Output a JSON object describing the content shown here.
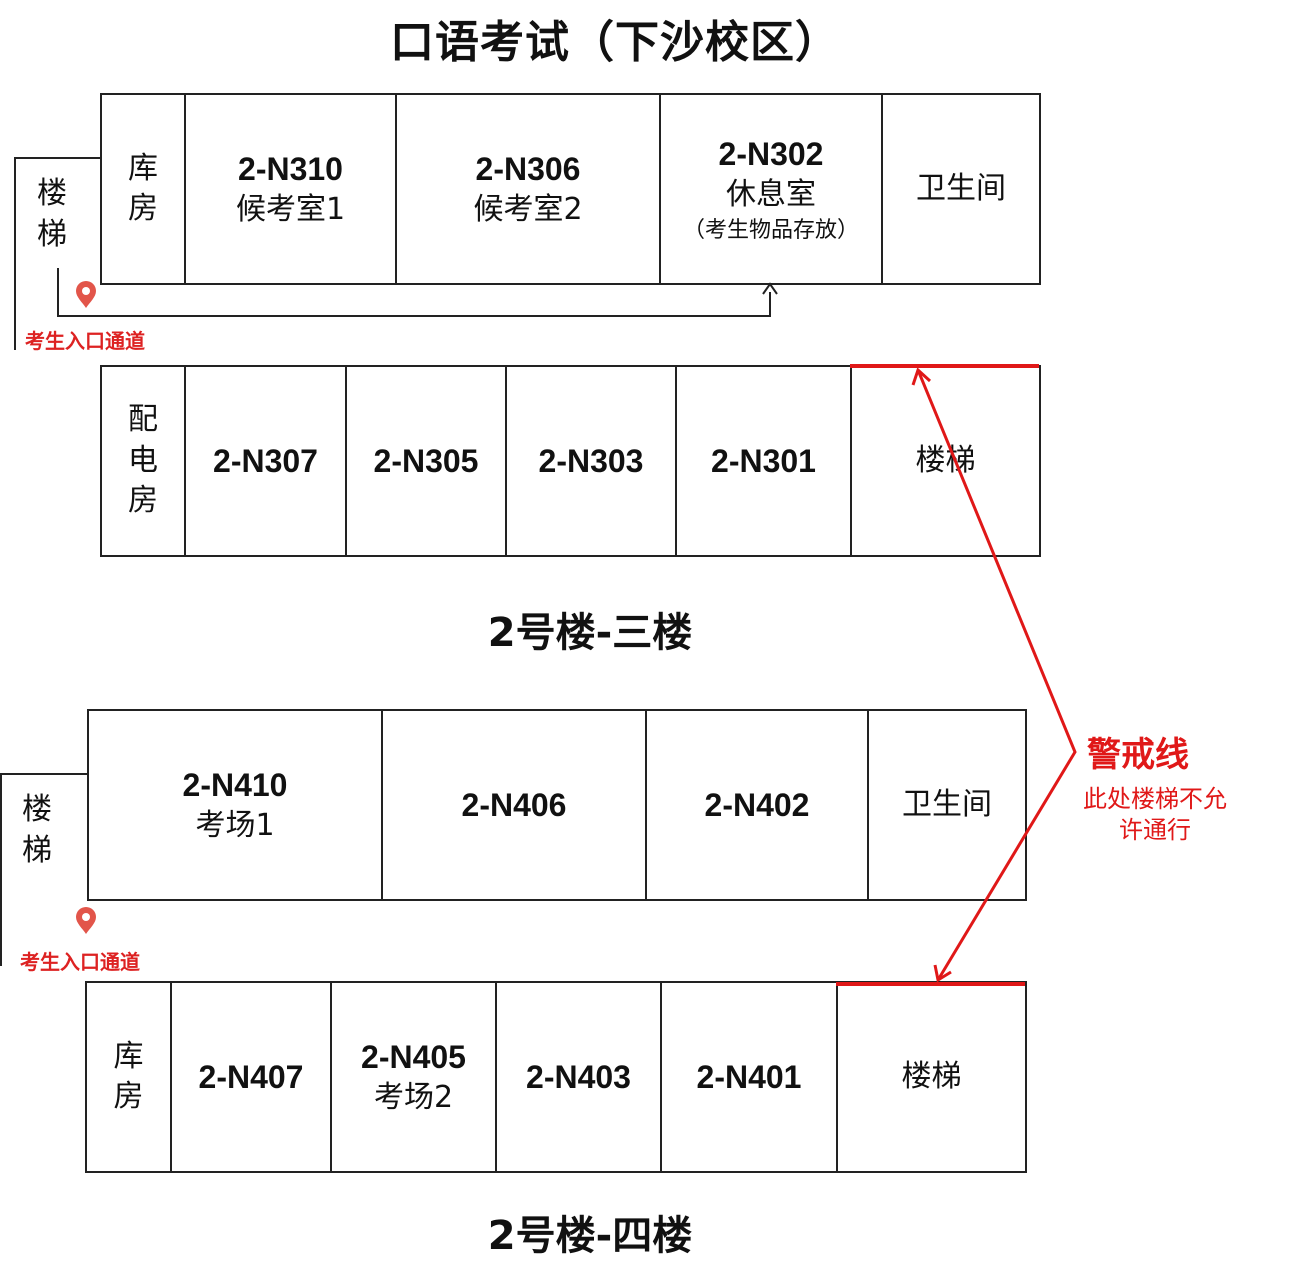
{
  "title": "口语考试（下沙校区）",
  "floor3": {
    "name": "2号楼-三楼",
    "stair_side": "楼梯",
    "entry": "考生入口通道",
    "top_rooms": [
      {
        "name": "库房",
        "vertical": true
      },
      {
        "code": "2-N310",
        "sub": "候考室1"
      },
      {
        "code": "2-N306",
        "sub": "候考室2"
      },
      {
        "code": "2-N302",
        "sub": "休息室",
        "note": "（考生物品存放）"
      },
      {
        "name": "卫生间"
      }
    ],
    "bottom_rooms": [
      {
        "name": "配电房",
        "vertical": true
      },
      {
        "code": "2-N307"
      },
      {
        "code": "2-N305"
      },
      {
        "code": "2-N303"
      },
      {
        "code": "2-N301"
      },
      {
        "name": "楼梯"
      }
    ]
  },
  "floor4": {
    "name": "2号楼-四楼",
    "stair_side": "楼梯",
    "entry": "考生入口通道",
    "top_rooms": [
      {
        "code": "2-N410",
        "sub": "考场1"
      },
      {
        "code": "2-N406"
      },
      {
        "code": "2-N402"
      },
      {
        "name": "卫生间"
      }
    ],
    "bottom_rooms": [
      {
        "name": "库房",
        "vertical": true
      },
      {
        "code": "2-N407"
      },
      {
        "code": "2-N405",
        "sub": "考场2"
      },
      {
        "code": "2-N403"
      },
      {
        "code": "2-N401"
      },
      {
        "name": "楼梯"
      }
    ]
  },
  "warning": {
    "title": "警戒线",
    "text": "此处楼梯不允许通行"
  },
  "colors": {
    "line": "#222222",
    "warning": "#e01818",
    "pin": "#e2554a"
  },
  "icons": [
    "map-pin-icon",
    "arrow-up-icon",
    "arrow-head-icon"
  ]
}
